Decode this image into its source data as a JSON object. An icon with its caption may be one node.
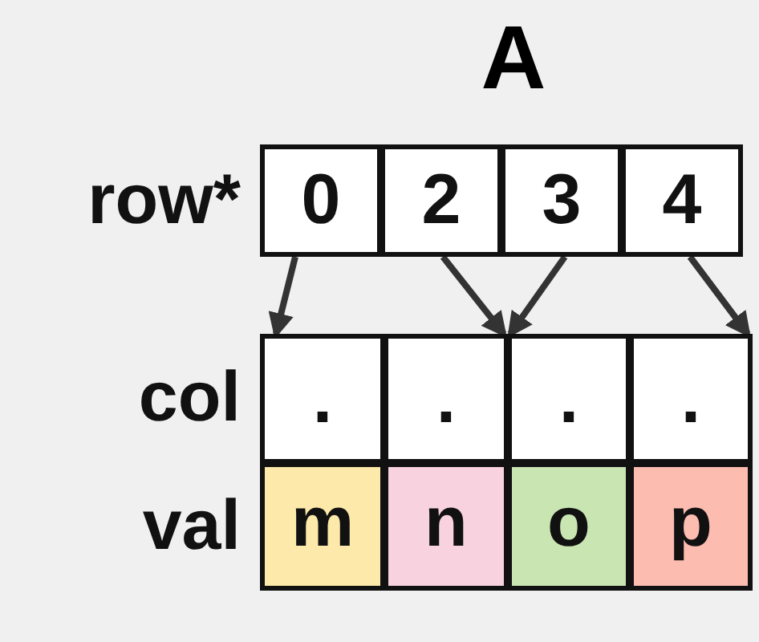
{
  "diagram": {
    "title": "A",
    "nodes": [
      {
        "text": [
          "0"
        ]
      },
      {
        "text": [
          "2"
        ]
      },
      {
        "text": [
          "3"
        ]
      },
      {
        "text": [
          "4"
        ]
      },
      {
        "text": [
          "."
        ]
      },
      {
        "text": [
          "."
        ]
      },
      {
        "text": [
          "."
        ]
      },
      {
        "text": [
          "."
        ]
      },
      {
        "text": [
          "m"
        ]
      },
      {
        "text": [
          "n"
        ]
      },
      {
        "text": [
          "o"
        ]
      },
      {
        "text": [
          "p"
        ]
      }
    ],
    "edges": [
      {
        "from": 0,
        "to": 4,
        "arrow": "to"
      },
      {
        "from": 1,
        "to": 6,
        "arrow": "to"
      },
      {
        "from": 2,
        "to": 6,
        "arrow": "to"
      },
      {
        "from": 3,
        "to": 7,
        "arrow": "to"
      }
    ],
    "labels": [
      "row*",
      "col",
      "val"
    ]
  }
}
